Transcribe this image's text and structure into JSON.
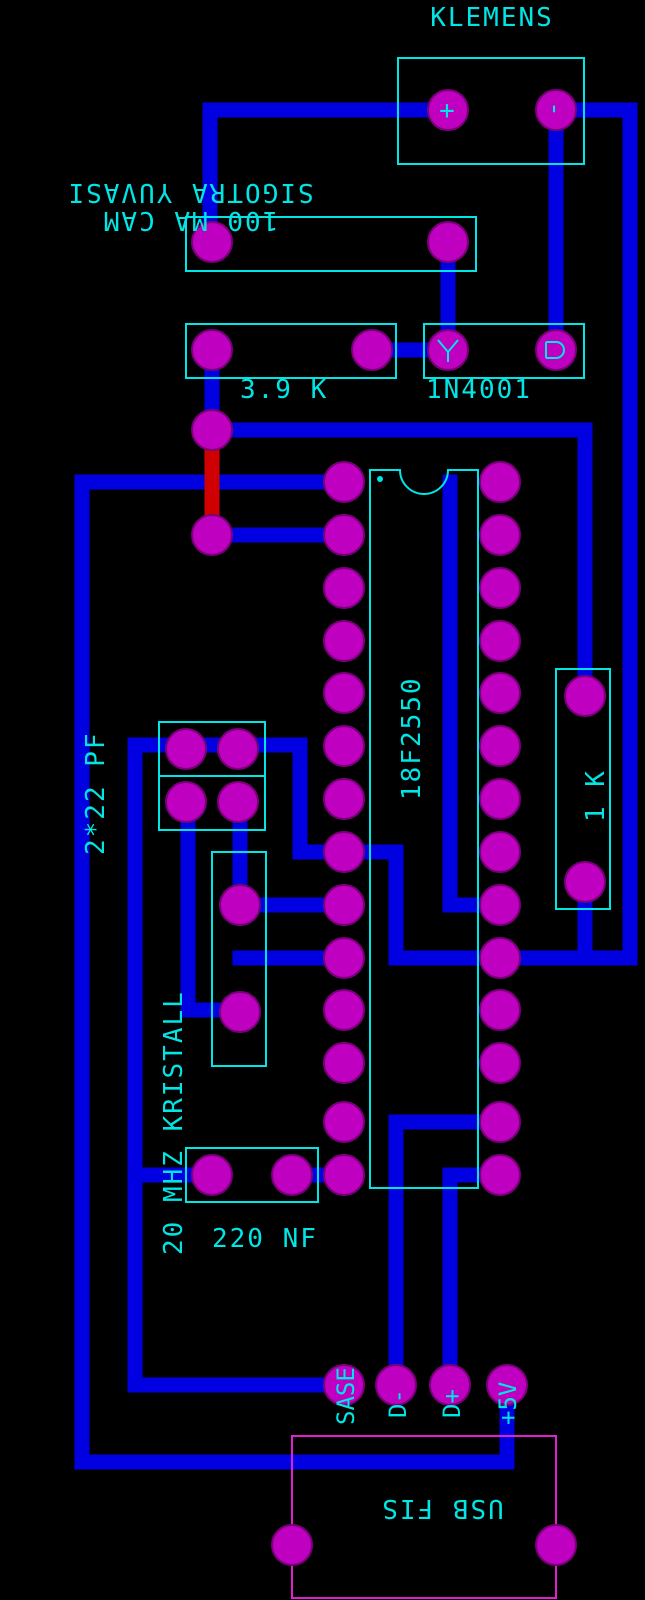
{
  "board": {
    "background": "#000000",
    "trace_color": "#0000e0",
    "jumper_color": "#d00000",
    "pad_color": "#c000c0",
    "silk_color": "#00e5e5",
    "usb_outline_color": "#e020d0"
  },
  "labels": {
    "terminal": "KLEMENS",
    "led_line1": "100 MA CAM",
    "led_line2": "SIGOTRA YUVASI",
    "resistor_39k": "3.9 K",
    "diode": "1N4001",
    "mcu": "18F2550",
    "resistor_1k": "1 K",
    "caps": "2*22 PF",
    "crystal": "20 MHZ KRISTALL",
    "cap_220nf": "220 NF",
    "usb_gnd": "SASE",
    "usb_dminus": "D-",
    "usb_dplus": "D+",
    "usb_5v": "+5V",
    "usb_plug": "USB FIS"
  },
  "symbols": {
    "terminal_plus": "+",
    "terminal_minus": "-"
  }
}
